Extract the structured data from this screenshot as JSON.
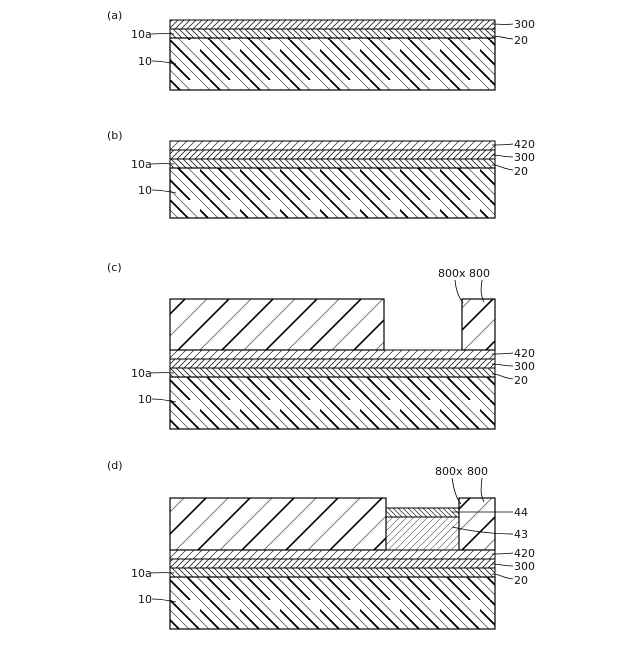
{
  "panels": [
    {
      "id": "a",
      "label": "(a)",
      "left_labels": [
        "10a",
        "10"
      ],
      "right_labels": [
        "300",
        "20"
      ]
    },
    {
      "id": "b",
      "label": "(b)",
      "left_labels": [
        "10a",
        "10"
      ],
      "right_labels": [
        "420",
        "300",
        "20"
      ]
    },
    {
      "id": "c",
      "label": "(c)",
      "left_labels": [
        "10a",
        "10"
      ],
      "right_labels": [
        "420",
        "300",
        "20"
      ],
      "top_labels": [
        "800x",
        "800"
      ]
    },
    {
      "id": "d",
      "label": "(d)",
      "left_labels": [
        "10a",
        "10"
      ],
      "right_labels": [
        "44",
        "43",
        "420",
        "300",
        "20"
      ],
      "top_labels": [
        "800x",
        "800"
      ]
    }
  ]
}
